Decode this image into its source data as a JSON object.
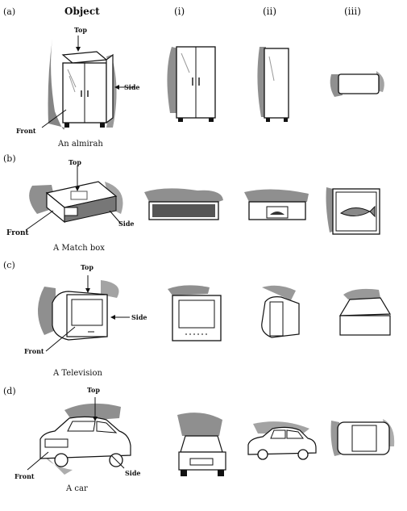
{
  "headers": {
    "object": "Object",
    "view1": "(i)",
    "view2": "(ii)",
    "view3": "(iii)"
  },
  "rows": [
    {
      "tag": "(a)",
      "caption": "An almirah",
      "top": "Top",
      "side": "Side",
      "front": "Front"
    },
    {
      "tag": "(b)",
      "caption": "A Match box",
      "top": "Top",
      "side": "Side",
      "front": "Front"
    },
    {
      "tag": "(c)",
      "caption": "A Television",
      "top": "Top",
      "side": "Side",
      "front": "Front"
    },
    {
      "tag": "(d)",
      "caption": "A  car",
      "top": "Top",
      "side": "Side",
      "front": "Front"
    }
  ]
}
